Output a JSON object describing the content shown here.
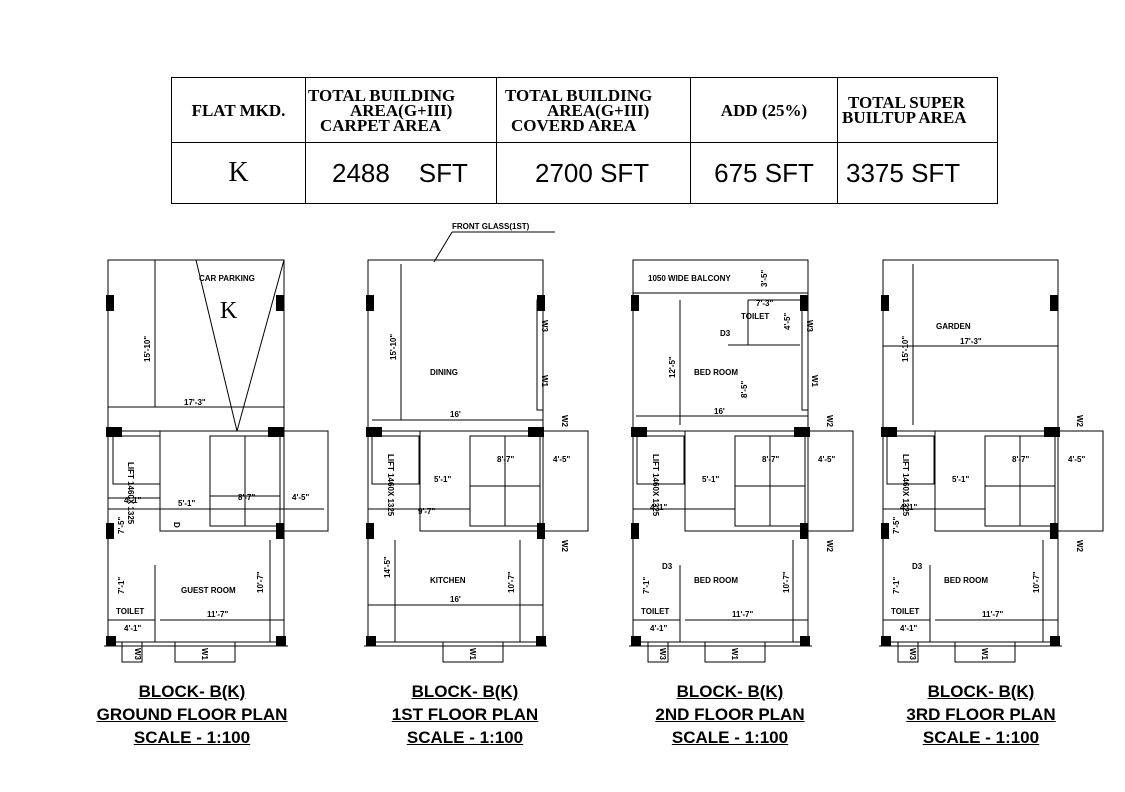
{
  "area_table": {
    "headers": {
      "flat_mkd": "FLAT MKD.",
      "carpet_line1": "TOTAL BUILDING",
      "carpet_line2": "AREA(G+III)",
      "carpet_line3": "CARPET AREA",
      "covered_line1": "TOTAL BUILDING",
      "covered_line2": "AREA(G+III)",
      "covered_line3": "COVERD AREA",
      "add": "ADD (25%)",
      "super_line1": "TOTAL SUPER",
      "super_line2": "BUILTUP AREA"
    },
    "values": {
      "flat_mkd": "K",
      "carpet": "2488    SFT",
      "covered": "2700 SFT",
      "add": "675 SFT",
      "super": "3375 SFT"
    }
  },
  "plans": {
    "front_glass": "FRONT GLASS(1ST)",
    "ground": {
      "car_parking": "CAR PARKING",
      "mark": "K",
      "room": "GUEST ROOM",
      "toilet": "TOILET",
      "lift": "LIFT 1460X 1325",
      "dim_top_v": "15'-10\"",
      "dim_width": "17'-3\"",
      "dim_lift": "5'-1\"",
      "dim_stair": "8'-7\"",
      "dim_right": "4'-5\"",
      "dim_left": "4'-1\"",
      "dim_v1": "7'-5\"",
      "dim_v2": "7'-1\"",
      "dim_room_w": "11'-7\"",
      "dim_room_h": "10'-7\"",
      "dim_toilet": "4'-1\"",
      "door": "D",
      "w1": "W1",
      "w3": "W3",
      "caption1": "BLOCK- B(K)",
      "caption2": "GROUND FLOOR PLAN",
      "caption3": "SCALE - 1:100"
    },
    "first": {
      "room_top": "DINING",
      "room_bottom": "KITCHEN",
      "lift": "LIFT 1460X 1325",
      "dim_top_v": "15'-10\"",
      "dim_top_w": "16'",
      "dim_lift": "5'-1\"",
      "dim_stair": "8'-7\"",
      "dim_right": "4'-5\"",
      "dim_mid": "9'-7\"",
      "dim_v_left": "14'-5\"",
      "dim_v_right": "10'-7\"",
      "dim_bottom_w": "16'",
      "w1": "W1",
      "w2": "W2",
      "w3": "W3",
      "w1_bottom": "W1",
      "w2_bottom": "W2",
      "caption1": "BLOCK- B(K)",
      "caption2": "1ST FLOOR PLAN",
      "caption3": "SCALE - 1:100"
    },
    "second": {
      "balcony": "1050 WIDE BALCONY",
      "bal_dim": "3'-5\"",
      "toilet_top": "TOILET",
      "dim_toilet_w": "7'-3\"",
      "dim_toilet_h": "4'-5\"",
      "d3_top": "D3",
      "room_top": "BED ROOM",
      "dim_v_left": "12'-5\"",
      "dim_v_mid": "8'-5\"",
      "dim_top_w": "16'",
      "lift": "LIFT 1460X 1325",
      "dim_lift": "5'-1\"",
      "dim_stair": "8'-7\"",
      "dim_right": "4'-5\"",
      "dim_left": "4'-1\"",
      "d3_bottom": "D3",
      "room_bottom": "BED ROOM",
      "toilet_bottom": "TOILET",
      "dim_v2": "7'-1\"",
      "dim_room_w": "11'-7\"",
      "dim_room_h": "10'-7\"",
      "dim_toilet": "4'-1\"",
      "w1": "W1",
      "w2": "W2",
      "w3": "W3",
      "w1_bottom": "W1",
      "w2_bottom": "W2",
      "w3_bottom": "W3",
      "caption1": "BLOCK- B(K)",
      "caption2": "2ND FLOOR PLAN",
      "caption3": "SCALE - 1:100"
    },
    "third": {
      "garden": "GARDEN",
      "dim_garden_w": "17'-3\"",
      "dim_top_v": "15'-10\"",
      "lift": "LIFT 1460X 1325",
      "dim_lift": "5'-1\"",
      "dim_stair": "8'-7\"",
      "dim_right": "4'-5\"",
      "dim_left": "4'-1\"",
      "dim_v1": "7'-5\"",
      "d3": "D3",
      "room": "BED ROOM",
      "toilet": "TOILET",
      "dim_v2": "7'-1\"",
      "dim_room_w": "11'-7\"",
      "dim_room_h": "10'-7\"",
      "dim_toilet": "4'-1\"",
      "w1": "W1",
      "w2_top": "W2",
      "w2_bottom": "W2",
      "w3": "W3",
      "caption1": "BLOCK- B(K)",
      "caption2": "3RD FLOOR PLAN",
      "caption3": "SCALE - 1:100"
    }
  }
}
